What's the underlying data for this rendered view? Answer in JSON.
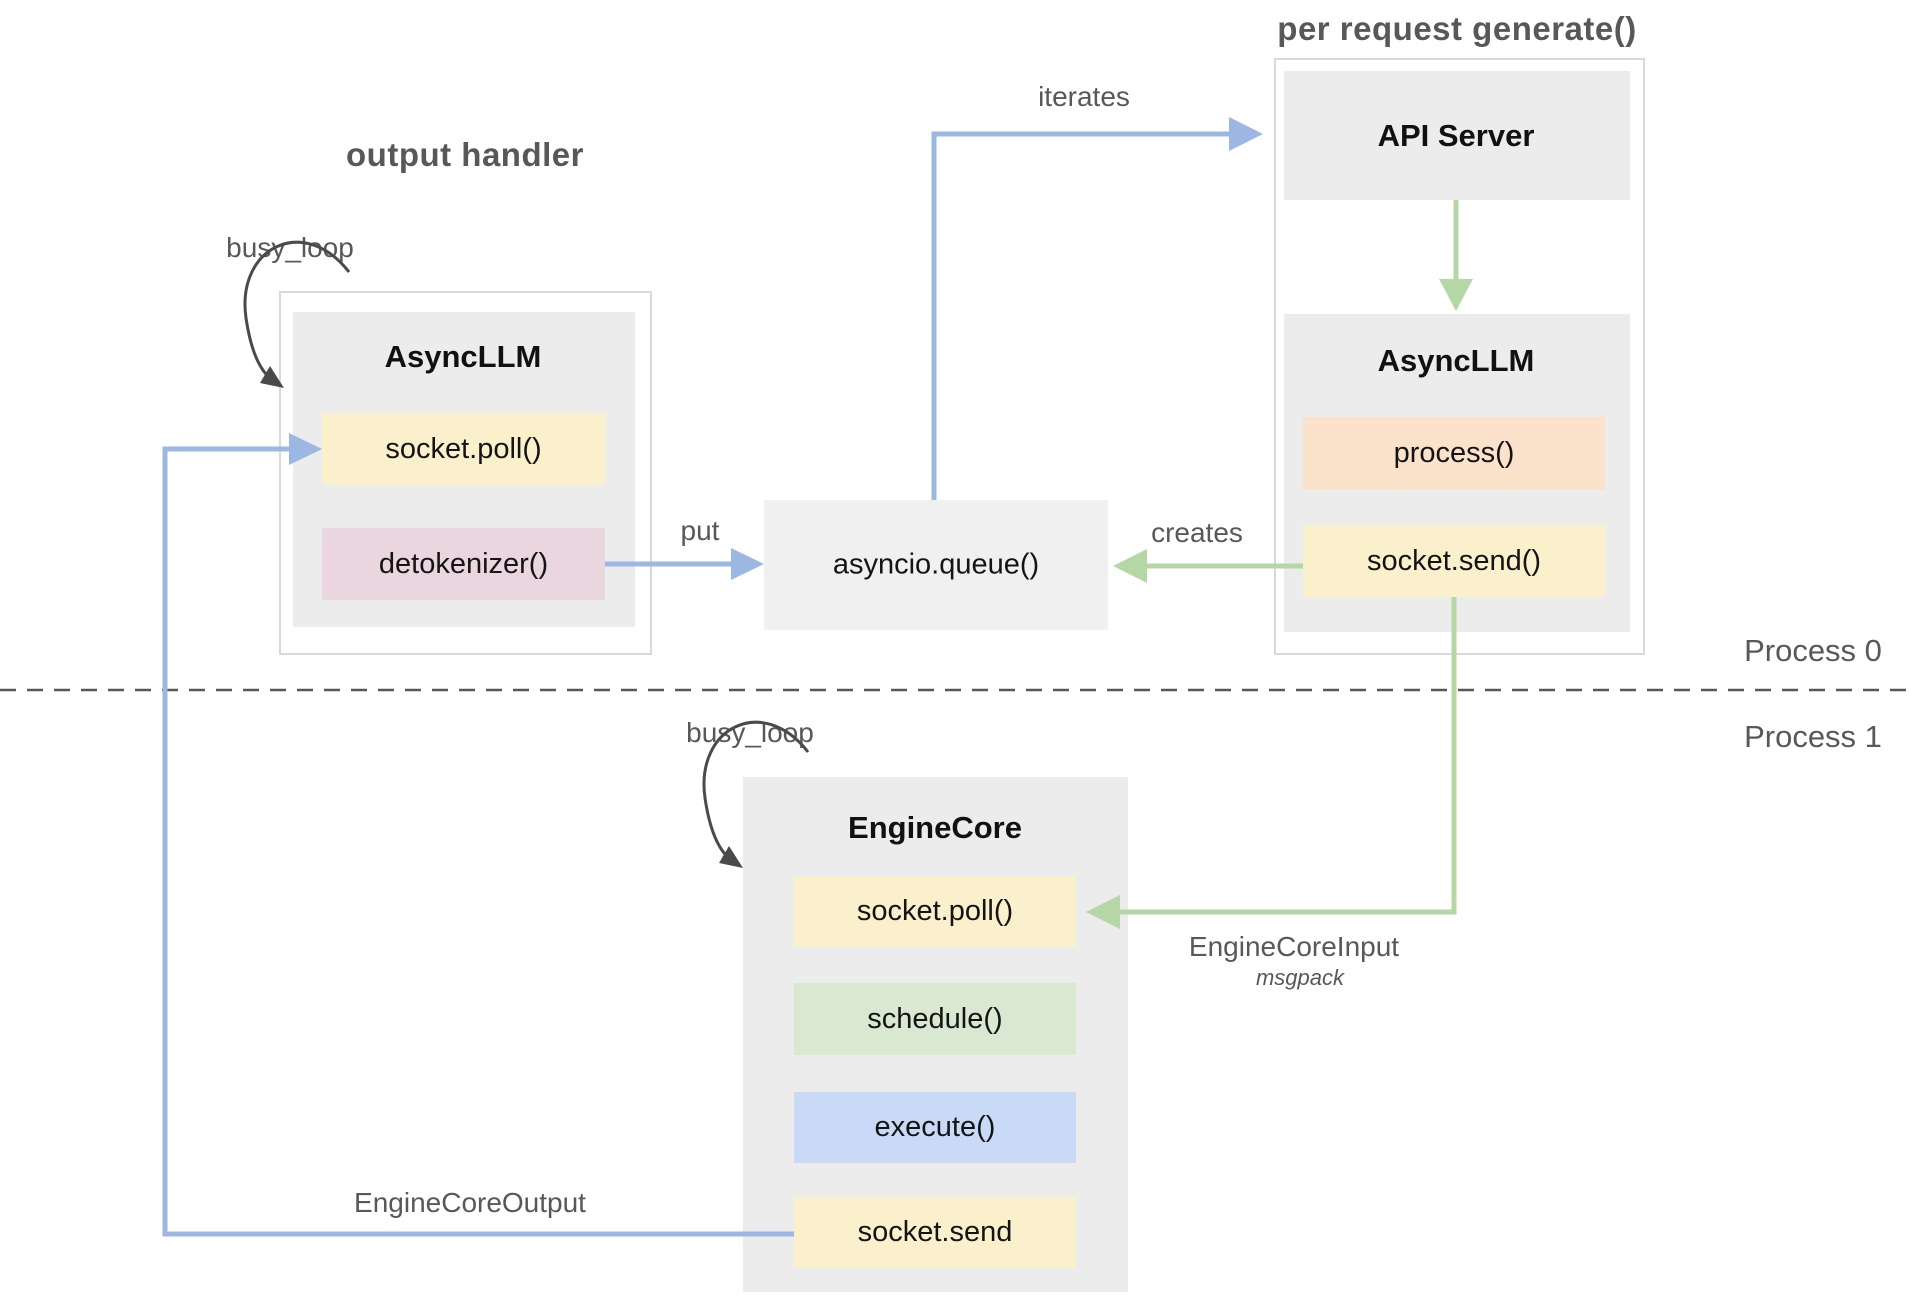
{
  "titles": {
    "output_handler": "output handler",
    "per_request_generate": "per request generate()"
  },
  "process_lanes": {
    "process0": "Process 0",
    "process1": "Process 1"
  },
  "left_async_llm": {
    "busy_loop": "busy_loop",
    "title": "AsyncLLM",
    "items": [
      "socket.poll()",
      "detokenizer()"
    ]
  },
  "queue": {
    "label": "asyncio.queue()"
  },
  "right_group": {
    "api_server": "API Server",
    "async_llm": "AsyncLLM",
    "items": [
      "process()",
      "socket.send()"
    ]
  },
  "engine_core": {
    "busy_loop": "busy_loop",
    "title": "EngineCore",
    "items": [
      "socket.poll()",
      "schedule()",
      "execute()",
      "socket.send"
    ]
  },
  "edge_labels": {
    "iterates": "iterates",
    "put": "put",
    "creates": "creates",
    "engine_core_input": "EngineCoreInput",
    "engine_core_input_format": "msgpack",
    "engine_core_output": "EngineCoreOutput"
  },
  "colors": {
    "arrow_blue": "#9bb7e2",
    "arrow_green": "#b5d6a5",
    "loop_arrow": "#4a4a4a",
    "dashed_line": "#58585a",
    "box_yellow": "#faf0cb",
    "box_pink": "#ead6de",
    "box_peach": "#fbe3cb",
    "box_green": "#d9e8d1",
    "box_blue": "#c9daf6",
    "panel_gray": "#ececec",
    "label_gray": "#58585a"
  }
}
